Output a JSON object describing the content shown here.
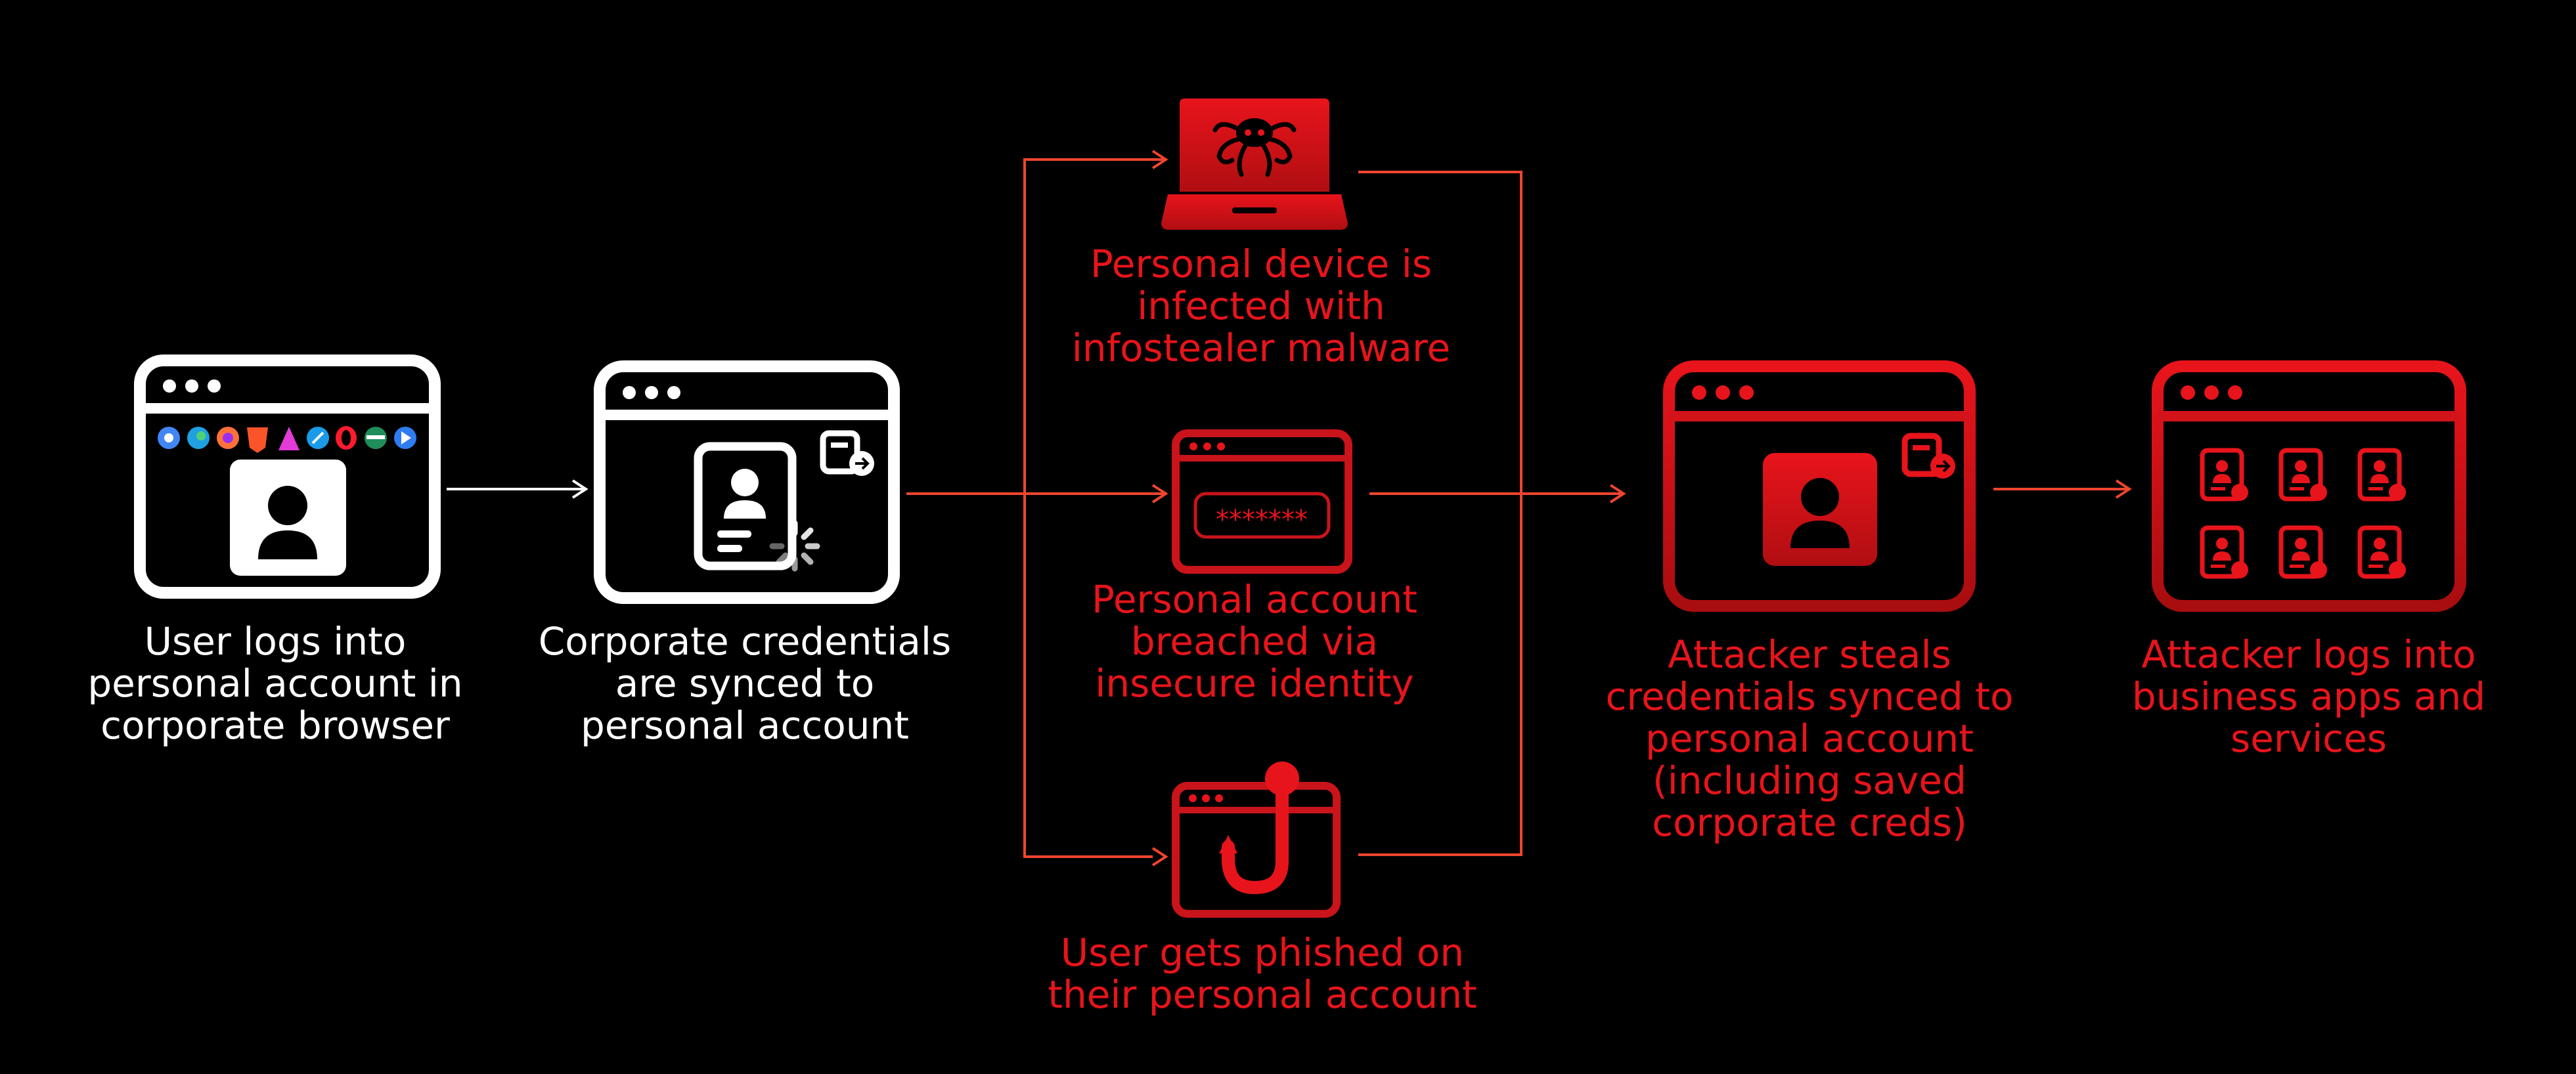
{
  "colors": {
    "background": "#000000",
    "white": "#ffffff",
    "red": "#e8141b",
    "dark_red": "#b50f13",
    "connector": "#f0452e"
  },
  "steps": [
    {
      "label": "User logs into personal account in corporate browser",
      "icon": "browser-login-icon"
    },
    {
      "label": "Corporate credentials are synced to personal account",
      "icon": "credential-sync-icon"
    },
    {
      "label": "Attacker steals credentials synced to personal account (including saved corporate creds)",
      "icon": "stolen-credentials-icon"
    },
    {
      "label": "Attacker logs into business apps and services",
      "icon": "business-apps-icon"
    }
  ],
  "vectors": [
    {
      "label": "Personal device is infected with infostealer malware",
      "icon": "infected-laptop-icon"
    },
    {
      "label": "Personal account breached via insecure identity",
      "icon": "password-breach-icon",
      "password_mask": "*******"
    },
    {
      "label": "User gets phished on their personal account",
      "icon": "phishing-hook-icon"
    }
  ]
}
